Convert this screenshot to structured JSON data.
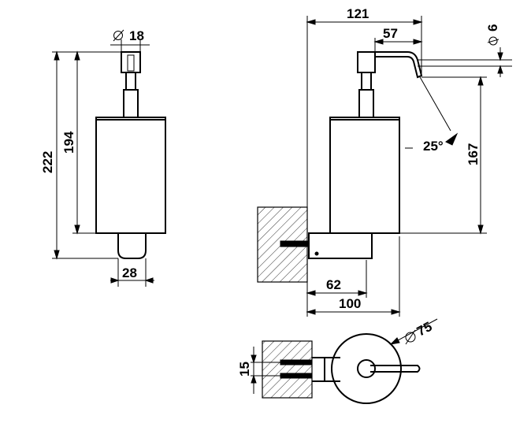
{
  "front_view": {
    "dim_diameter_top": "18",
    "dim_total_height": "222",
    "dim_body_height": "194",
    "dim_bottom_width": "28"
  },
  "side_view": {
    "dim_total_depth": "121",
    "dim_spout_reach": "57",
    "dim_spout_diameter": "6",
    "dim_spout_angle": "25°",
    "dim_spout_height": "167",
    "dim_mount_depth": "62",
    "dim_wall_to_front": "100"
  },
  "top_view": {
    "dim_diameter_body": "75",
    "dim_fixing_spacing": "15"
  },
  "diameter_symbol": "Ø"
}
